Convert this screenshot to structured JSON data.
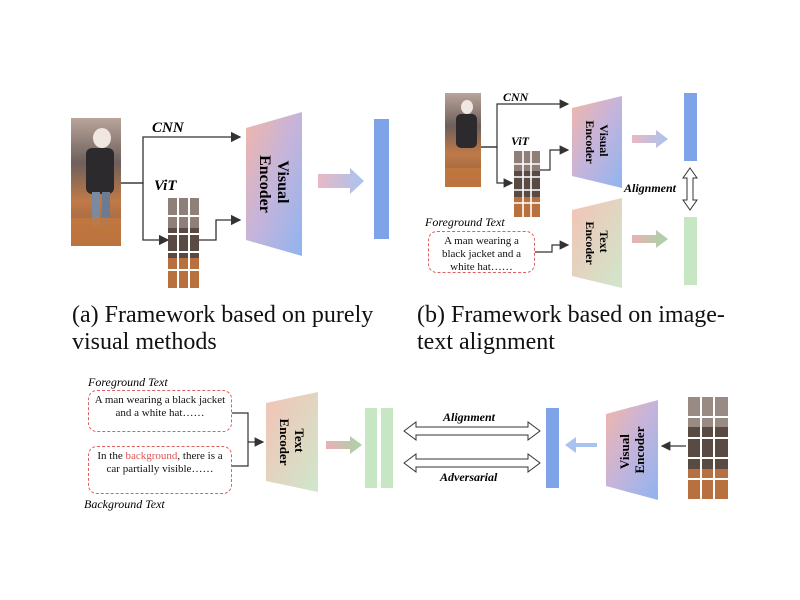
{
  "panel_a": {
    "cnn_label": "CNN",
    "vit_label": "ViT",
    "encoder_label": [
      "Visual",
      "Encoder"
    ],
    "caption": [
      "(a) Framework based on purely",
      "visual methods"
    ]
  },
  "panel_b": {
    "cnn_label": "CNN",
    "vit_label": "ViT",
    "visual_encoder_label": [
      "Visual",
      "Encoder"
    ],
    "text_encoder_label": [
      "Text",
      "Encoder"
    ],
    "alignment_label": "Alignment",
    "foreground_title": "Foreground Text",
    "foreground_text": "A man wearing a black jacket and a white hat……",
    "caption": [
      "(b) Framework based on image-",
      "text alignment"
    ]
  },
  "panel_c": {
    "foreground_title": "Foreground Text",
    "foreground_text": "A man wearing a black jacket and a white hat……",
    "background_text_pre": "In the ",
    "background_text_highlight": "background",
    "background_text_post": ", there is a car partially visible……",
    "background_title": "Background Text",
    "text_encoder_label": [
      "Text",
      "Encoder"
    ],
    "visual_encoder_label": [
      "Visual",
      "Encoder"
    ],
    "alignment_label": "Alignment",
    "adversarial_label": "Adversarial"
  },
  "colors": {
    "feature_blue": "#7ea3e8",
    "feature_green": "#c7e6c3",
    "highlight_red": "#e05555",
    "box_border": "#e06060"
  }
}
